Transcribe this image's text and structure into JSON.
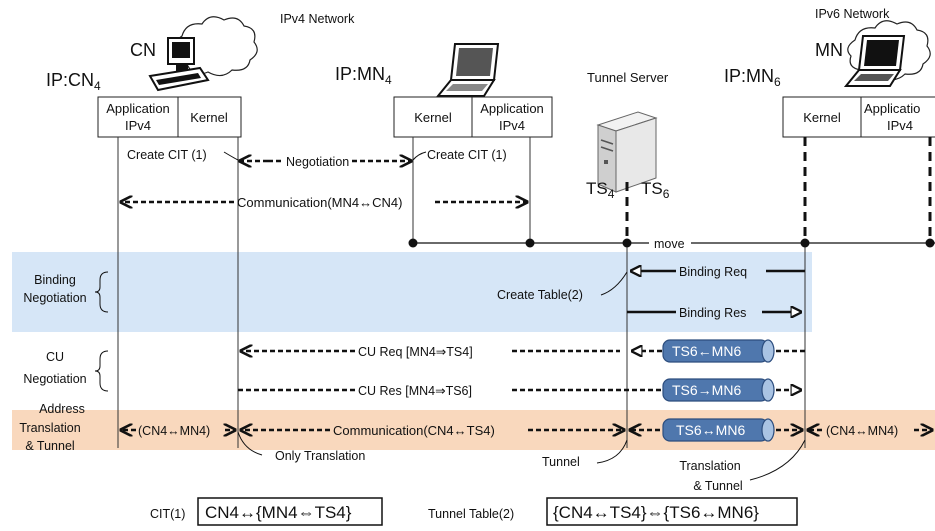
{
  "networks": {
    "ipv4": "IPv4 Network",
    "ipv6": "IPv6 Network"
  },
  "nodes": {
    "cn": {
      "name": "CN",
      "ip": "IP:CN4"
    },
    "mn4": {
      "ip": "IP:MN4"
    },
    "mn6": {
      "name": "MN",
      "ip": "IP:MN6"
    },
    "tunnel_server": "Tunnel Server",
    "ts4": "TS4",
    "ts6": "TS6"
  },
  "boxes": {
    "application": "Application",
    "ipv4": "IPv4",
    "kernel": "Kernel",
    "applicatio_clipped": "Applicatio"
  },
  "messages": {
    "create_cit_left": "Create CIT (1)",
    "negotiation": "Negotiation",
    "create_cit_right": "Create CIT (1)",
    "communication_top": "Communication(MN4↔CN4)",
    "move": "move",
    "binding_req": "Binding Req",
    "binding_res": "Binding Res",
    "create_table": "Create Table(2)",
    "cu_req": "CU Req  [MN4⇒TS4]",
    "cu_res": "CU Res  [MN4⇒TS6]",
    "cn4_mn4_left": "(CN4↔MN4)",
    "communication_bottom": "Communication(CN4↔TS4)",
    "cn4_mn4_right": "(CN4↔MN4)",
    "only_translation": "Only Translation",
    "tunnel": "Tunnel",
    "translation_tunnel_1": "Translation",
    "translation_tunnel_2": "& Tunnel"
  },
  "tunnels": {
    "req": "TS6←MN6",
    "res": "TS6→MN6",
    "comm": "TS6↔MN6"
  },
  "phases": {
    "binding_1": "Binding",
    "binding_2": "Negotiation",
    "cu_1": "CU",
    "cu_2": "Negotiation",
    "addr_1": "Address",
    "addr_2": "Translation",
    "addr_3": "& Tunnel"
  },
  "legend": {
    "cit_label": "CIT(1)",
    "cit_value": "CN4↔{MN4⇔TS4}",
    "table_label": "Tunnel Table(2)",
    "table_value": "{CN4↔TS4}⇔{TS6↔MN6}"
  },
  "colors": {
    "binding_band": "#d6e6f7",
    "address_band": "#f9d8bd",
    "tunnel_pipe": "#4f77ad"
  }
}
